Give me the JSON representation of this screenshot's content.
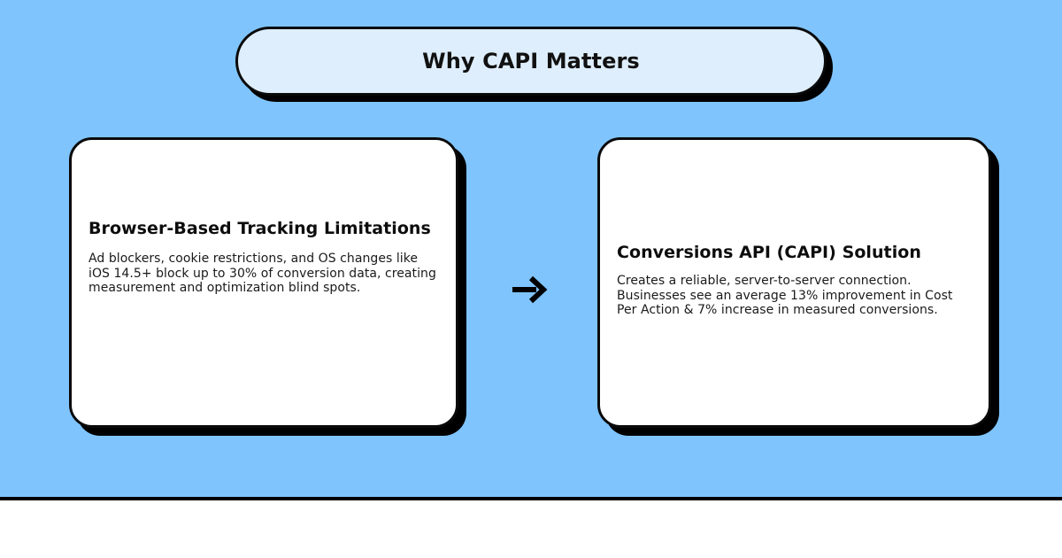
{
  "header": {
    "title": "Why CAPI Matters",
    "fill_color": "#DEEEFC",
    "border_color": "#0A0A0A"
  },
  "stage": {
    "background_color": "#7FC4FD",
    "divider_color": "#000000"
  },
  "cards": [
    {
      "id": "browser-based-tracking-limitations",
      "title": "Browser-Based Tracking Limitations",
      "text": "Ad blockers, cookie restrictions, and OS changes like iOS 14.5+ block up to 30% of conversion data, creating measurement and optimization blind spots."
    },
    {
      "id": "conversions-api-capi-solution",
      "title": "Conversions API (CAPI) Solution",
      "text": "Creates a reliable, server-to-server connection. Businesses see an average 13% improvement in Cost Per Action & 7% increase in measured conversions."
    }
  ],
  "connector": {
    "icon": "arrow-right-icon",
    "glyph": "→",
    "color": "#000000"
  }
}
